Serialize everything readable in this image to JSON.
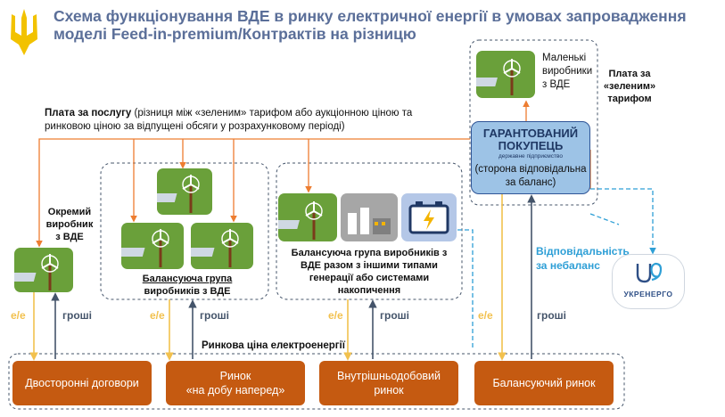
{
  "header": {
    "title_line1": "Схема функціонування ВДЕ в ринку електричної енергії в умовах запровадження",
    "title_line2": "моделі Feed-in-premium/Контрактів на різницю"
  },
  "producers": {
    "small_line1": "Маленькі",
    "small_line2": "виробники",
    "small_line3": "з ВДЕ",
    "individual_line1": "Окремий",
    "individual_line2": "виробник",
    "individual_line3": "з ВДЕ",
    "group_line1": "Балансуюча група",
    "group_line2": "виробників з ВДЕ",
    "mixed_line1": "Балансуюча група виробників з",
    "mixed_line2": "ВДЕ разом з іншими типами",
    "mixed_line3": "генерації або системами",
    "mixed_line4": "накопичення"
  },
  "payment": {
    "label_bold": "Плата за послугу",
    "label_rest": " (різниця між «зеленим» тарифом або аукціонною ціною та",
    "label_line2": "ринковою ціною за відпущені обсяги у розрахунковому періоді)",
    "green_tariff_line1": "Плата за",
    "green_tariff_line2": "«зеленим»",
    "green_tariff_line3": "тарифом"
  },
  "guaranteed_buyer": {
    "name_line1": "ГАРАНТОВАНИЙ",
    "name_line2": "ПОКУПЕЦЬ",
    "subtitle": "державне підприємство",
    "note_line1": "(сторона відповідальна",
    "note_line2": "за баланс)"
  },
  "responsibility": {
    "line1": "Відповідальність",
    "line2": "за небаланс"
  },
  "ukrenergo": {
    "label": "УКРЕНЕРГО"
  },
  "flows": {
    "energy": "е/е",
    "money": "гроші",
    "market_price": "Ринкова ціна електроенергії"
  },
  "markets": {
    "bilateral": "Двосторонні договори",
    "dam_line1": "Ринок",
    "dam_line2": "«на добу наперед»",
    "intraday_line1": "Внутрішньодобовий",
    "intraday_line2": "ринок",
    "balancing": "Балансуючий ринок"
  },
  "colors": {
    "title": "#5b6f99",
    "orange": "#ed7d31",
    "market_fill": "#c55a11",
    "energy_arrow": "#f2c14e",
    "money_arrow": "#44546a",
    "blue_dashed": "#2e9fd6",
    "buyer_fill": "#9dc3e6",
    "green_tile": "#6aa03a"
  }
}
